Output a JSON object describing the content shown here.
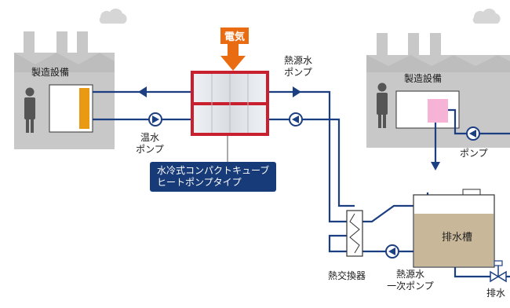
{
  "labels": {
    "electricity": "電気",
    "factory_left": "製造設備",
    "factory_right": "製造設備",
    "heat_source_pump_line1": "熱源水",
    "heat_source_pump_line2": "ポンプ",
    "hot_water_pump_line1": "温水",
    "hot_water_pump_line2": "ポンプ",
    "heat_pump_line1": "水冷式コンパクトキューブ",
    "heat_pump_line2": "ヒートポンプタイプ",
    "pump_right": "ポンプ",
    "drain_tank": "排水槽",
    "heat_exchanger": "熱交換器",
    "primary_pump_line1": "熱源水",
    "primary_pump_line2": "一次ポンプ",
    "drain": "排水"
  },
  "colors": {
    "pipe": "#1c3f82",
    "electric_arrow": "#ea6c12",
    "hot_bar": "#ea9a12",
    "pink_block": "#f7b3d6",
    "tank_water": "#c9b79a",
    "factory": "#c8c8c8",
    "label_box": "#173a78",
    "unit_frame": "#c8202f"
  }
}
